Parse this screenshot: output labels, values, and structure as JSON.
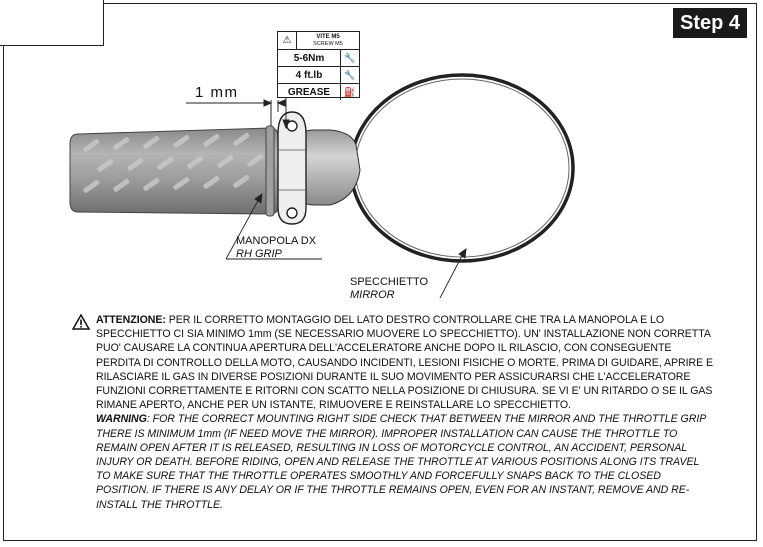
{
  "step": "Step 4",
  "torque": {
    "screw_it": "VITE M5",
    "screw_en": "SCREW M5",
    "nm": "5-6Nm",
    "ftlb": "4 ft.lb",
    "grease": "GREASE"
  },
  "dimension": "1 mm",
  "grip_label": {
    "it": "MANOPOLA DX",
    "en": "RH GRIP"
  },
  "mirror_label": {
    "it": "SPECCHIETTO",
    "en": "MIRROR"
  },
  "notes": {
    "it_heading": "ATTENZIONE:",
    "it_text": " PER IL CORRETTO MONTAGGIO DEL LATO DESTRO CONTROLLARE CHE TRA LA MANOPOLA E LO SPECCHIETTO CI SIA MINIMO 1mm (SE NECESSARIO MUOVERE LO SPECCHIETTO). UN' INSTALLAZIONE NON CORRETTA PUO' CAUSARE LA CONTINUA APERTURA DELL'ACCELERATORE ANCHE DOPO IL RILASCIO, CON CONSEGUENTE PERDITA DI CONTROLLO DELLA MOTO, CAUSANDO INCIDENTI, LESIONI FISICHE O MORTE. PRIMA DI GUIDARE, APRIRE E RILASCIARE IL GAS IN DIVERSE POSIZIONI DURANTE IL SUO MOVIMENTO PER ASSICURARSI CHE L'ACCELERATORE FUNZIONI CORRETTAMENTE E RITORNI CON SCATTO NELLA  POSIZIONE DI CHIUSURA. SE VI E' UN RITARDO O SE IL GAS RIMANE APERTO, ANCHE PER UN ISTANTE, RIMUOVERE E REINSTALLARE LO SPECCHIETTO.",
    "en_heading": "WARNING",
    "en_text": ": FOR THE CORRECT MOUNTING RIGHT SIDE CHECK THAT BETWEEN THE MIRROR AND THE THROTTLE GRIP THERE IS MINIMUM 1mm (IF NEED MOVE THE MIRROR). IMPROPER INSTALLATION CAN CAUSE THE THROTTLE TO REMAIN OPEN AFTER IT IS RELEASED, RESULTING IN LOSS OF MOTORCYCLE CONTROL, AN ACCIDENT, PERSONAL INJURY OR DEATH. BEFORE RIDING, OPEN AND RELEASE THE THROTTLE AT VARIOUS POSITIONS ALONG ITS TRAVEL TO MAKE SURE THAT THE THROTTLE OPERATES SMOOTHLY AND FORCEFULLY SNAPS BACK TO THE CLOSED POSITION. IF THERE IS ANY DELAY OR IF THE THROTTLE REMAINS OPEN, EVEN FOR AN INSTANT, REMOVE AND RE-INSTALL THE THROTTLE."
  }
}
